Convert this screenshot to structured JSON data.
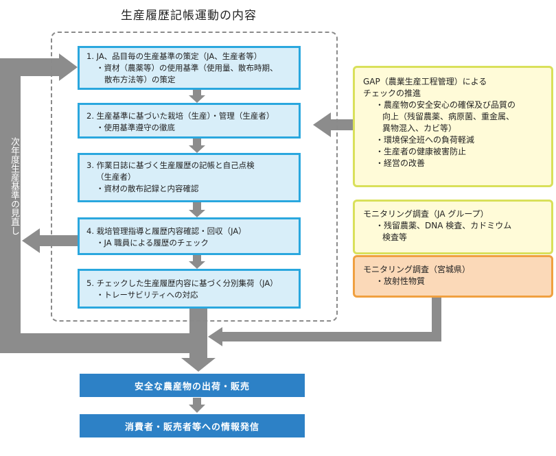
{
  "title": "生産履歴記帳運動の内容",
  "steps": [
    {
      "lines": [
        "1. JA、品目毎の生産基準の策定（JA、生産者等）",
        "・資材（農薬等）の使用基準（使用量、散布時期、",
        "散布方法等）の策定"
      ]
    },
    {
      "lines": [
        "2. 生産基準に基づいた栽培（生産）・管理（生産者）",
        "・使用基準遵守の徹底"
      ]
    },
    {
      "lines": [
        "3. 作業日誌に基づく生産履歴の記帳と自己点検",
        "（生産者）",
        "・資材の散布記録と内容確認"
      ]
    },
    {
      "lines": [
        "4. 栽培管理指導と履歴内容確認・回収（JA）",
        "・JA 職員による履歴のチェック"
      ]
    },
    {
      "lines": [
        "5. チェックした生産履歴内容に基づく分別集荷（JA）",
        "・トレーサビリティへの対応"
      ]
    }
  ],
  "side_label": "次年度生産基準の見直し",
  "gap_panel": {
    "heading": [
      "GAP（農業生産工程管理）による",
      "チェックの推進"
    ],
    "items": [
      [
        "・農産物の安全安心の確保及び品質の",
        "向上（残留農薬、病原菌、重金属、",
        "異物混入、カビ等）"
      ],
      [
        "・環境保全班への負荷軽減"
      ],
      [
        "・生産者の健康被害防止"
      ],
      [
        "・経営の改善"
      ]
    ]
  },
  "monitoring_ja": {
    "heading": "モニタリング調査（JA グループ）",
    "items": [
      "・残留農薬、DNA 検査、カドミウム",
      "検査等"
    ]
  },
  "monitoring_miyagi": {
    "heading": "モニタリング調査（宮城県）",
    "items": [
      "・放射性物質"
    ]
  },
  "outputs": [
    "安全な農産物の出荷・販売",
    "消費者・販売者等への情報発信"
  ],
  "colors": {
    "step_border": "#2aa7de",
    "step_fill": "#d8eef9",
    "arrow_gray": "#8c8c8c",
    "output_fill": "#2d81c6",
    "gap_border": "#d9e05a",
    "gap_fill": "#fffbd8",
    "miyagi_border": "#f0a040",
    "miyagi_fill": "#fbd9b8"
  }
}
